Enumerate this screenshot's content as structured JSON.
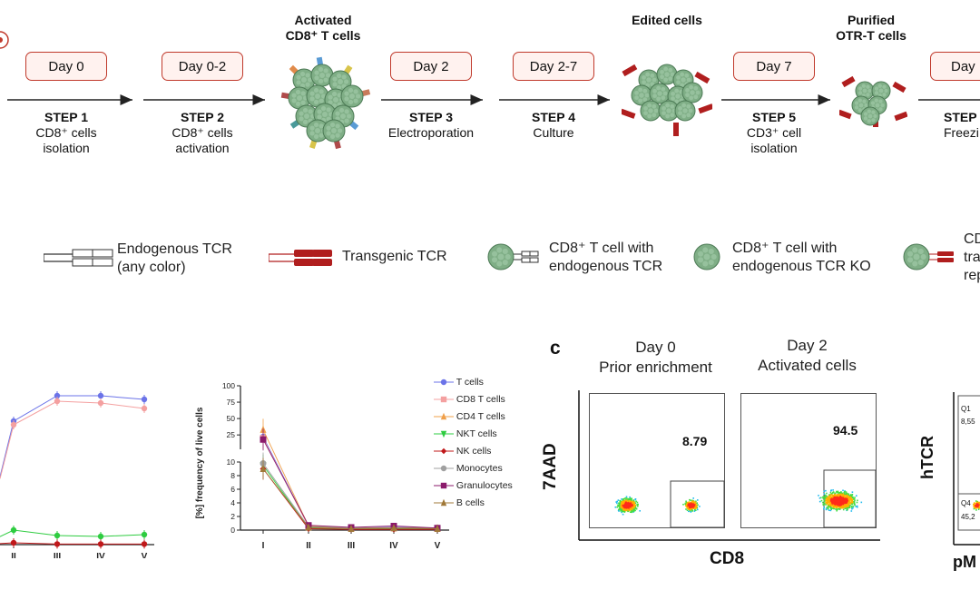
{
  "workflow": {
    "left_icon": "red-dot-icon",
    "top_labels": {
      "activated": [
        "Activated",
        "CD8⁺ T cells"
      ],
      "edited": "Edited cells",
      "purified": [
        "Purified",
        "OTR-T cells"
      ]
    },
    "days": [
      "Day 0",
      "Day 0-2",
      "Day 2",
      "Day 2-7",
      "Day 7",
      "Day"
    ],
    "steps": [
      {
        "title": "STEP 1",
        "l1": "CD8⁺ cells",
        "l2": "isolation"
      },
      {
        "title": "STEP 2",
        "l1": "CD8⁺ cells",
        "l2": "activation"
      },
      {
        "title": "STEP 3",
        "l1": "Electroporation",
        "l2": ""
      },
      {
        "title": "STEP 4",
        "l1": "Culture",
        "l2": ""
      },
      {
        "title": "STEP 5",
        "l1": "CD3⁺ cell",
        "l2": "isolation"
      },
      {
        "title": "STEP",
        "l1": "Freezi",
        "l2": ""
      }
    ]
  },
  "legend": {
    "endogenous": [
      "Endogenous TCR",
      "(any color)"
    ],
    "transgenic": "Transgenic TCR",
    "cell_endo": [
      "CD8⁺ T cell with",
      "endogenous TCR"
    ],
    "cell_ko": [
      "CD8⁺ T cell with",
      "endogenous TCR KO"
    ],
    "cell_trans": [
      "CD",
      "tra",
      "rep"
    ]
  },
  "chart_data": [
    {
      "type": "line",
      "title": "",
      "categories": [
        "II",
        "III",
        "IV",
        "V"
      ],
      "series": [
        {
          "name": "T cells",
          "color": "#6b73e8",
          "values": [
            68,
            82,
            82,
            80
          ]
        },
        {
          "name": "CD8 T cells",
          "color": "#f4a0a0",
          "values": [
            66,
            79,
            78,
            75
          ]
        },
        {
          "name": "NKT cells",
          "color": "#2ecc40",
          "values": [
            8,
            5,
            4.5,
            5.5
          ]
        },
        {
          "name": "NK cells",
          "color": "#c0181a",
          "values": [
            1,
            0.3,
            0.3,
            0.3
          ]
        }
      ]
    },
    {
      "type": "line",
      "ylabel": "[%] frequency of live cells",
      "categories": [
        "I",
        "II",
        "III",
        "IV",
        "V"
      ],
      "y_ticks": [
        "0",
        "2",
        "4",
        "6",
        "8",
        "10",
        "25",
        "50",
        "75",
        "100"
      ],
      "series": [
        {
          "name": "T cells",
          "color": "#6b73e8",
          "marker": "circle",
          "values": [
            22,
            0.6,
            0.3,
            0.4,
            0.3
          ]
        },
        {
          "name": "CD8 T cells",
          "color": "#f4a0a0",
          "marker": "square",
          "values": [
            20,
            0.5,
            0.3,
            0.3,
            0.2
          ]
        },
        {
          "name": "CD4 T cells",
          "color": "#f0a04a",
          "marker": "triangle-up",
          "values": [
            33,
            0.6,
            0.3,
            0.3,
            0.3
          ]
        },
        {
          "name": "NKT cells",
          "color": "#2ecc40",
          "marker": "triangle-down",
          "values": [
            9.5,
            0.3,
            0.2,
            0.2,
            0.2
          ]
        },
        {
          "name": "NK cells",
          "color": "#c0181a",
          "marker": "diamond",
          "values": [
            9,
            0.2,
            0.1,
            0.1,
            0.1
          ]
        },
        {
          "name": "Monocytes",
          "color": "#a0a0a0",
          "marker": "circle",
          "values": [
            9.8,
            0.5,
            0.3,
            0.3,
            0.3
          ]
        },
        {
          "name": "Granulocytes",
          "color": "#8b1a6b",
          "marker": "square",
          "values": [
            18,
            0.7,
            0.4,
            0.6,
            0.3
          ]
        },
        {
          "name": "B cells",
          "color": "#a07838",
          "marker": "triangle-up",
          "values": [
            9,
            0.4,
            0.2,
            0.3,
            0.2
          ]
        }
      ]
    }
  ],
  "panel_c": {
    "letter": "c",
    "plot1": {
      "title": [
        "Day 0",
        "Prior enrichment"
      ],
      "gate_value": "8.79"
    },
    "plot2": {
      "title": [
        "Day 2",
        "Activated cells"
      ],
      "gate_value": "94.5"
    },
    "y_axis": "7AAD",
    "x_axis": "CD8",
    "right_y_axis": "hTCR",
    "right_x_axis": "pM",
    "q1_label": "Q1",
    "q1_value": "8,55",
    "q4_label": "Q4",
    "q4_value": "45,2"
  }
}
